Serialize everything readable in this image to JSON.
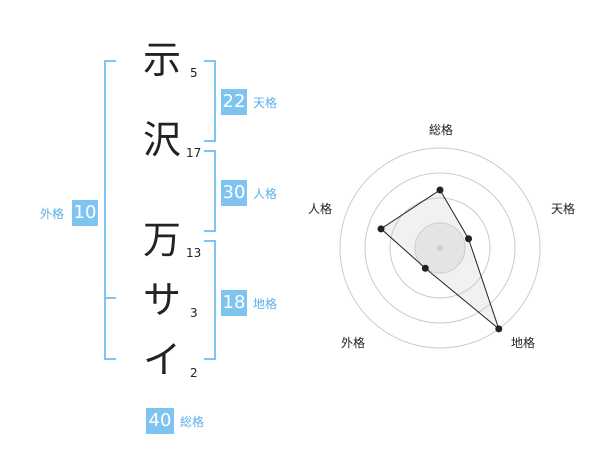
{
  "name": {
    "characters": [
      {
        "char": "示",
        "strokes": "5"
      },
      {
        "char": "沢",
        "strokes": "17"
      },
      {
        "char": "万",
        "strokes": "13"
      },
      {
        "char": "サ",
        "strokes": "3"
      },
      {
        "char": "イ",
        "strokes": "2"
      }
    ]
  },
  "kakusu": {
    "tenkaku": {
      "label": "天格",
      "value": "22"
    },
    "jinkaku": {
      "label": "人格",
      "value": "30"
    },
    "chikaku": {
      "label": "地格",
      "value": "18"
    },
    "gaikaku": {
      "label": "外格",
      "value": "10"
    },
    "soukaku": {
      "label": "総格",
      "value": "40"
    }
  },
  "colors": {
    "accent": "#7fc3f0",
    "accent_text": "#5ab0e8",
    "text": "#222222"
  },
  "chart_data": {
    "type": "radar",
    "axes": [
      "総格",
      "天格",
      "地格",
      "外格",
      "人格"
    ],
    "values": [
      0.58,
      0.3,
      1.0,
      0.25,
      0.62
    ],
    "rings": 4,
    "range": [
      0,
      1
    ]
  }
}
